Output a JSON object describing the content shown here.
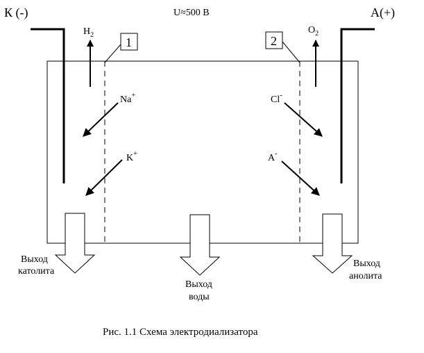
{
  "labels": {
    "cathode": "К (-)",
    "voltage": "U≈500 В",
    "anode": "А(+)",
    "h2_main": "H",
    "h2_sub": "2",
    "o2_main": "O",
    "o2_sub": "2",
    "box1": "1",
    "box2": "2",
    "na_main": "Na",
    "na_sup": "+",
    "k_main": "K",
    "k_sup": "+",
    "cl_main": "Cl",
    "cl_sup": "-",
    "a_main": "A",
    "a_sup": "-",
    "catholyte_line1": "Выход",
    "catholyte_line2": "католита",
    "water_line1": "Выход",
    "water_line2": "воды",
    "anolyte_line1": "Выход",
    "anolyte_line2": "анолита",
    "caption": "Рис. 1.1  Схема электродиализатора"
  }
}
